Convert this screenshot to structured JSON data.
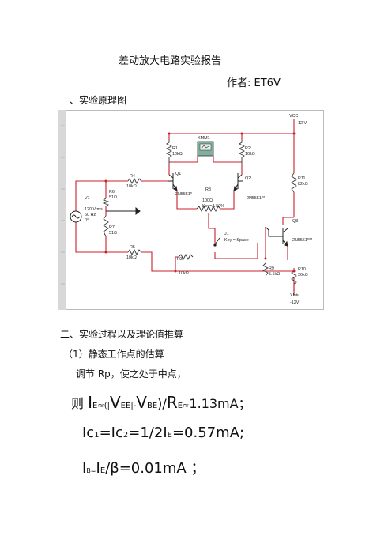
{
  "doc": {
    "title": "差动放大电路实验报告",
    "author": "作者: ET6V",
    "section1": "一、实验原理图",
    "section2": "二、实验过程以及理论值推算",
    "subsection": "（1）静态工作点的估算",
    "para": "调节 Rp，使之处于中点，"
  },
  "equations": {
    "e1": {
      "pre": "则 ",
      "I": "I",
      "E1": "E≈",
      "paren": "(|",
      "V1": "V",
      "EE": "EE",
      "mid": "|-",
      "V2": "V",
      "BE": "BE",
      ")": ")/",
      "R": "R",
      "E2": "E≈",
      "val": "1.13mA；"
    },
    "e2": {
      "Ic1": "Ic",
      "one": "1",
      "eqa": "=Ic",
      "two": "2",
      "eqb": "=1/2I",
      "E": "E",
      "val": "=0.57mA;"
    },
    "e3": {
      "I1": "I",
      "B": "B≈",
      "I2": "I",
      "E": "E",
      "val": "/β=0.01mA ；"
    }
  },
  "schematic": {
    "vcc": "VCC",
    "vcc_v": "12 V",
    "vee": "VEE",
    "vee_v": "-12V",
    "r1": "R1",
    "r1v": "10kΩ",
    "r2": "R2",
    "r2v": "10kΩ",
    "xmm": "XMM1",
    "q1": "Q1",
    "q1t": "2N5551*",
    "q2": "Q2",
    "q2t": "2N5551**",
    "q3": "Q3",
    "q3t": "2N5551***",
    "r4": "R4",
    "r4v": "10kΩ",
    "r6": "R6",
    "r6v": "51Ω",
    "r7": "R7",
    "r7v": "51Ω",
    "r5": "R5",
    "r5v": "10kΩ",
    "r8": "R8",
    "r8v": "100Ω",
    "r8k": "Key=A 50%",
    "v1": "V1",
    "v1a": "120 Vrms",
    "v1b": "60 Hz",
    "v1c": "0°",
    "j": "J1",
    "jk": "Key = Space",
    "r3": "R3",
    "r3v": "10kΩ",
    "r11": "R11",
    "r11v": "82kΩ",
    "r9": "R9",
    "r9v": "5.1kΩ",
    "r10": "R10",
    "r10v": "36kΩ"
  }
}
